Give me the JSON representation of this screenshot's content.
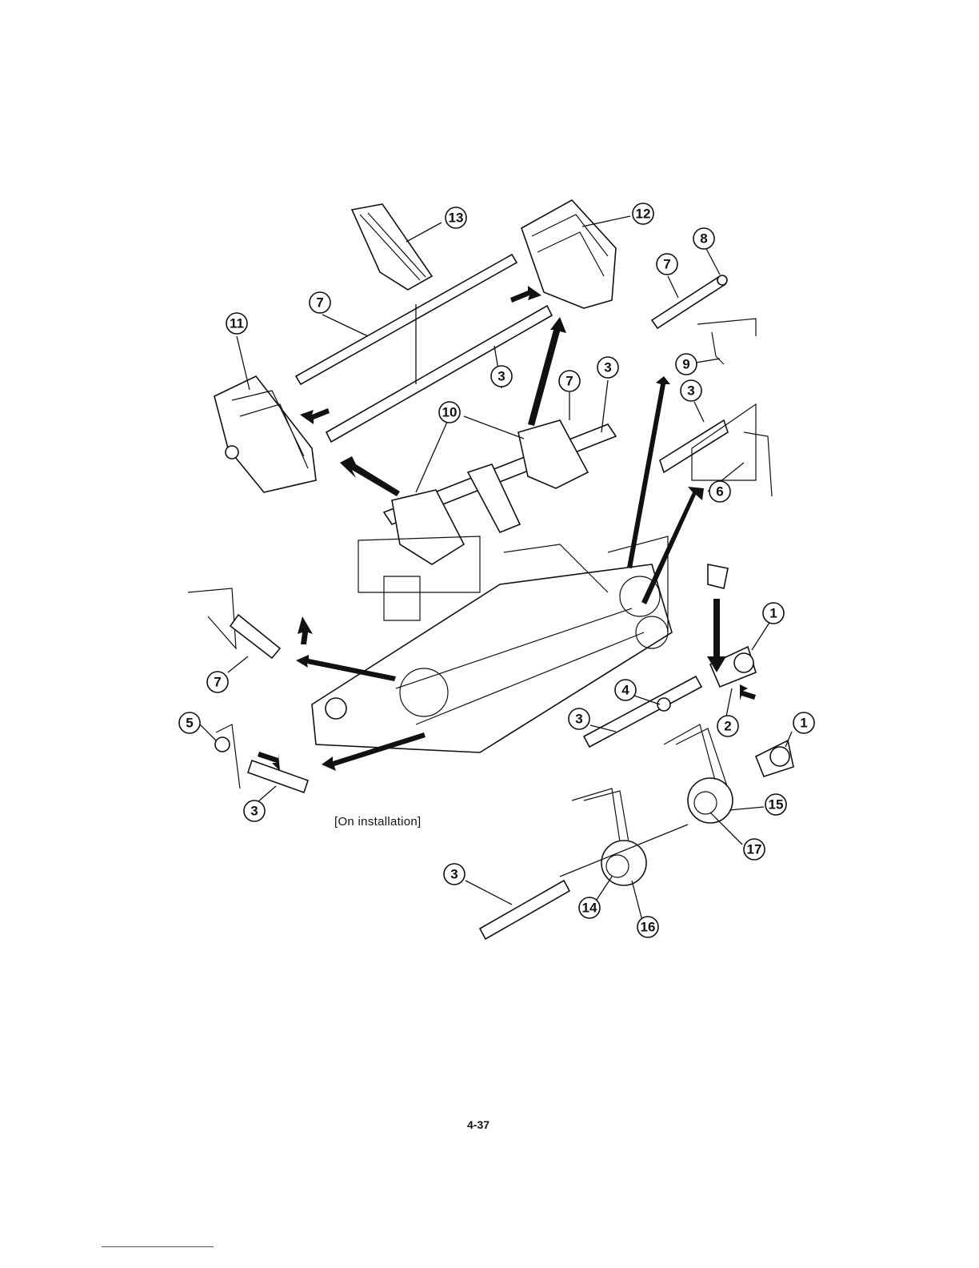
{
  "figure": {
    "caption": "[On installation]",
    "page_number": "4-37",
    "callouts": [
      {
        "id": "c1a",
        "label": "1"
      },
      {
        "id": "c1b",
        "label": "1"
      },
      {
        "id": "c2",
        "label": "2"
      },
      {
        "id": "c3a",
        "label": "3"
      },
      {
        "id": "c3b",
        "label": "3"
      },
      {
        "id": "c3c",
        "label": "3"
      },
      {
        "id": "c3d",
        "label": "3"
      },
      {
        "id": "c3e",
        "label": "3"
      },
      {
        "id": "c3f",
        "label": "3"
      },
      {
        "id": "c4",
        "label": "4"
      },
      {
        "id": "c5",
        "label": "5"
      },
      {
        "id": "c6",
        "label": "6"
      },
      {
        "id": "c7a",
        "label": "7"
      },
      {
        "id": "c7b",
        "label": "7"
      },
      {
        "id": "c7c",
        "label": "7"
      },
      {
        "id": "c7d",
        "label": "7"
      },
      {
        "id": "c8",
        "label": "8"
      },
      {
        "id": "c9",
        "label": "9"
      },
      {
        "id": "c10",
        "label": "10"
      },
      {
        "id": "c11",
        "label": "11"
      },
      {
        "id": "c12",
        "label": "12"
      },
      {
        "id": "c13",
        "label": "13"
      },
      {
        "id": "c14",
        "label": "14"
      },
      {
        "id": "c15",
        "label": "15"
      },
      {
        "id": "c16",
        "label": "16"
      },
      {
        "id": "c17",
        "label": "17"
      }
    ]
  }
}
